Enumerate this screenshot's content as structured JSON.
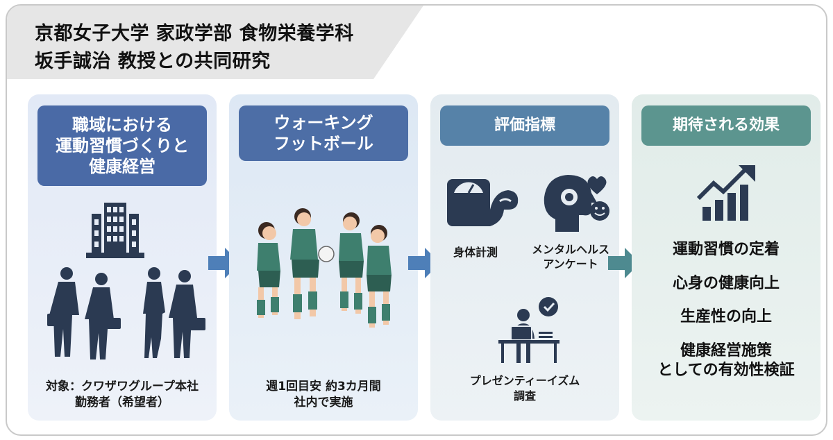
{
  "header": {
    "line1": "京都女子大学 家政学部 食物栄養学科",
    "line2": "坂手誠治 教授との共同研究"
  },
  "cards": [
    {
      "title": "職域における\n運動習慣づくりと\n健康経営",
      "caption": "対象：クワザワグループ本社\n勤務者（希望者）",
      "icon": "office-building-and-workers"
    },
    {
      "title": "ウォーキング\nフットボール",
      "caption": "週1回目安 約3カ月間\n社内で実施",
      "icon": "football-players"
    },
    {
      "title": "評価指標",
      "items": [
        {
          "label": "身体計測",
          "icon": "scale-muscle-icon"
        },
        {
          "label": "メンタルヘルス\nアンケート",
          "icon": "head-heart-smile-icon"
        },
        {
          "label": "プレゼンティーイズム\n調査",
          "icon": "laptop-worker-icon"
        }
      ]
    },
    {
      "title": "期待される効果",
      "icon": "rising-chart-icon",
      "effects": [
        "運動習慣の定着",
        "心身の健康向上",
        "生産性の向上",
        "健康経営施策\nとしての有効性検証"
      ]
    }
  ],
  "colors": {
    "card1_title": "#4a6aa6",
    "card2_title": "#4d6ea6",
    "card3_title": "#5682a8",
    "card4_title": "#5c958f",
    "arrow": "#4e7fb8",
    "icon_dark": "#2b3a52",
    "uniform": "#3e7f6e"
  }
}
